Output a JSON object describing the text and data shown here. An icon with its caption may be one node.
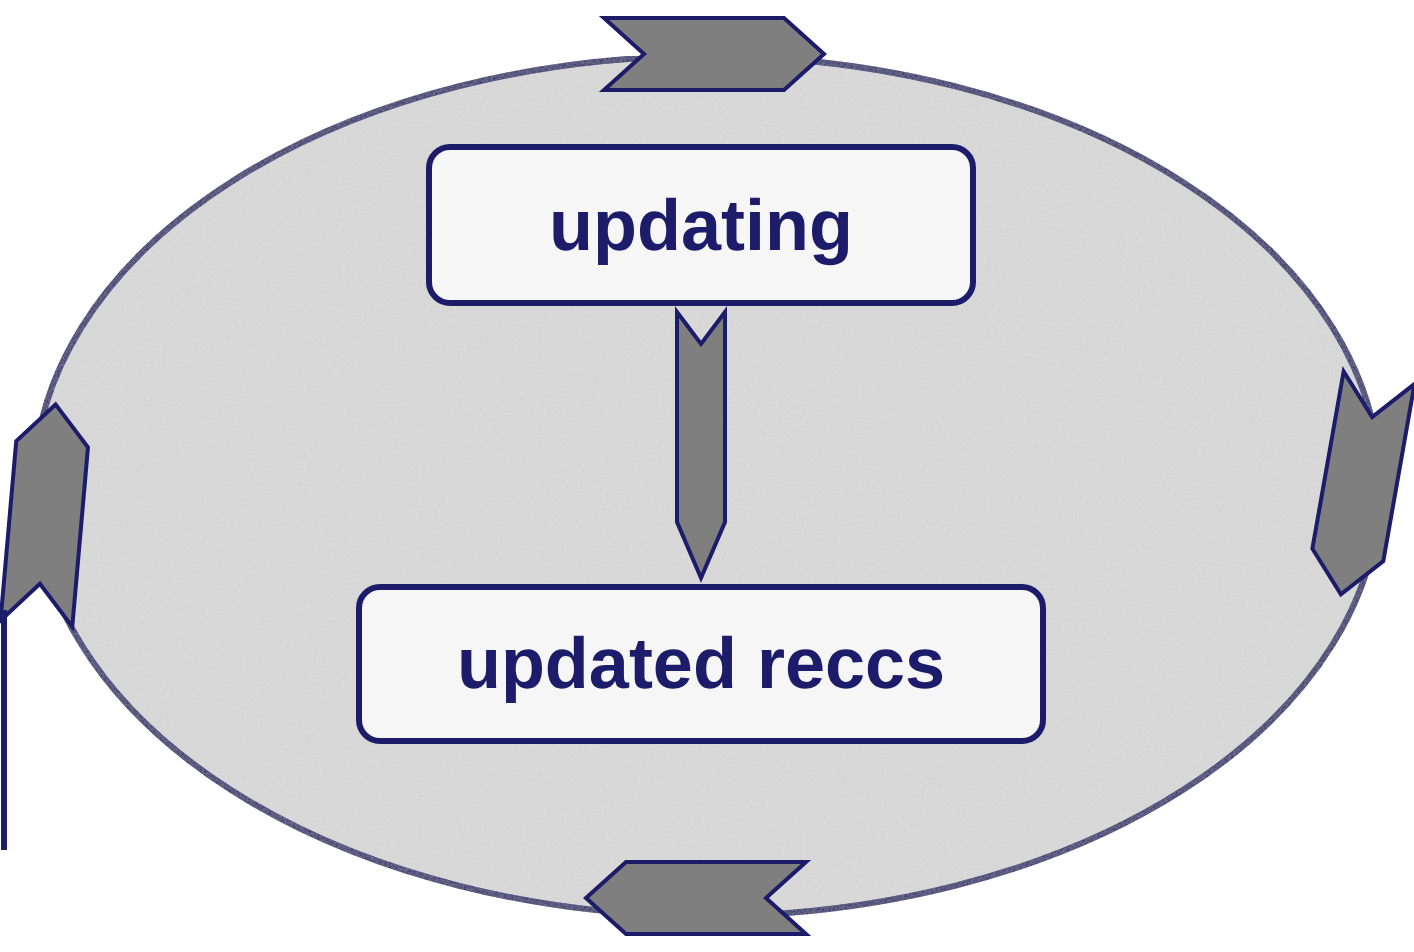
{
  "diagram": {
    "nodes": [
      {
        "text": [],
        "shape": "ellipse"
      },
      {
        "text": [
          "updating"
        ],
        "in": 0
      },
      {
        "text": [
          "updated reccs"
        ],
        "in": 0
      }
    ],
    "edges": [
      {
        "from": 1,
        "to": 2,
        "arrow": "to"
      }
    ]
  }
}
